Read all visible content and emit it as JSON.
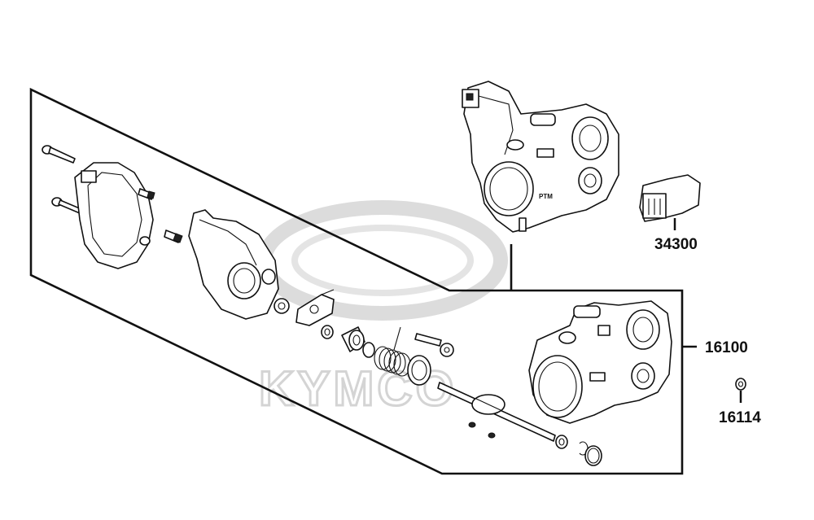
{
  "watermark": {
    "brand": "KYMCO",
    "color": "#d4d4d4"
  },
  "labels": {
    "sensor": "34300",
    "throttle_body_assy": "16100",
    "small_part": "16114"
  },
  "engraving": "PTM",
  "colors": {
    "line": "#111111",
    "background": "#ffffff"
  }
}
